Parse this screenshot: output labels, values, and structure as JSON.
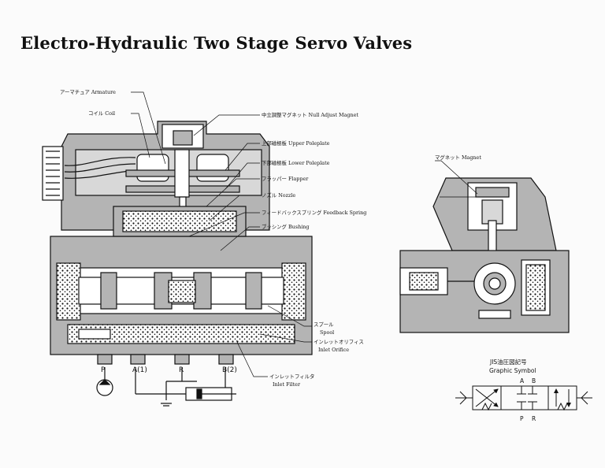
{
  "title": "Electro-Hydraulic Two Stage Servo Valves",
  "callouts": [
    "アーマチュア Armature",
    "コイル Coil",
    "中立調整マグネット Null Adjust Magnet",
    "上部磁極板 Upper Poleplate",
    "下部磁極板 Lower Poleplate",
    "フラッパー Flapper",
    "ノズル Nozzle",
    "フィードバックスプリング Feedback Spring",
    "ブッシング Bushing",
    "スプール",
    "Spool",
    "インレットオリフィス",
    "Inlet Orifice",
    "インレットフィルタ",
    "Inlet Filter"
  ],
  "ports": [
    "P",
    "A(1)",
    "R",
    "B(2)"
  ],
  "detail": {
    "magnet_label": "マグネット Magnet"
  },
  "symbol": {
    "title_jp": "JIS油圧図記号",
    "title_en": "Graphic Symbol",
    "top_ports": [
      "A",
      "B"
    ],
    "bottom_ports": [
      "P",
      "R"
    ]
  },
  "colors": {
    "ink": "#111111",
    "fill": "#b4b4b4",
    "paper": "#fbfbfb"
  }
}
